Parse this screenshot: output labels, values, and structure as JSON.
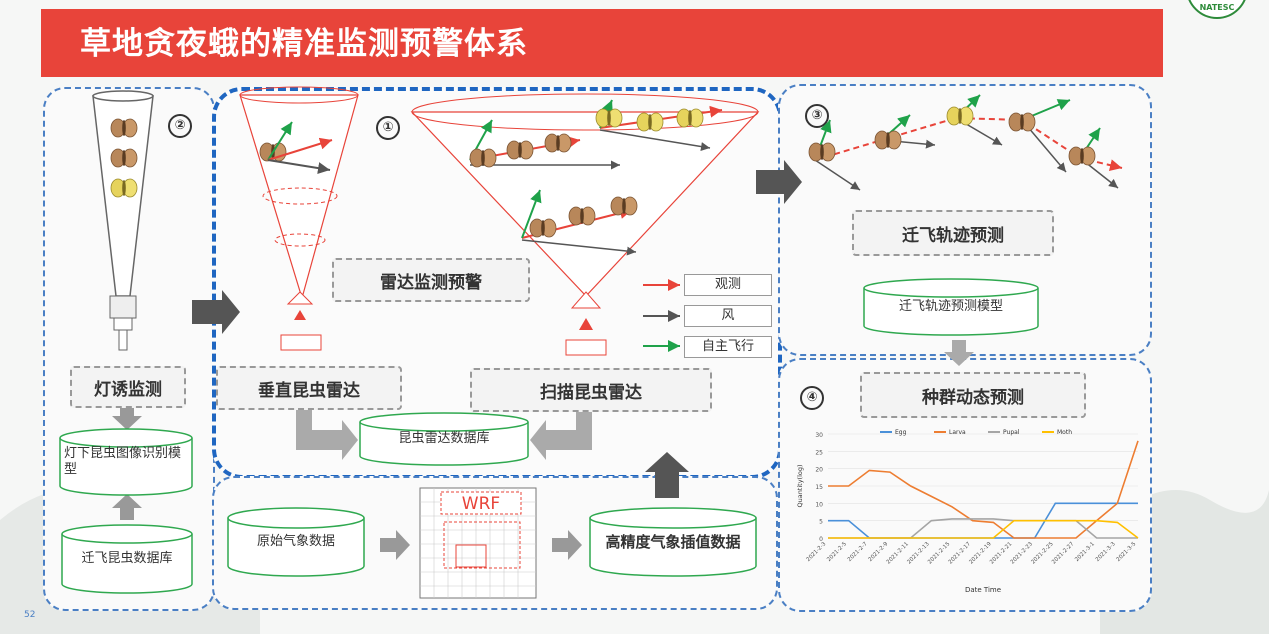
{
  "title": "草地贪夜蛾的精准监测预警体系",
  "logo_text": "NATESC",
  "page_number": "52",
  "panels": {
    "light_trap": {
      "number": "②",
      "label": "灯诱监测",
      "db_model": "灯下昆虫图像识别模型",
      "db_data": "迁飞昆虫数据库"
    },
    "radar": {
      "number": "①",
      "center_label": "雷达监测预警",
      "vertical_label": "垂直昆虫雷达",
      "scanning_label": "扫描昆虫雷达",
      "db": "昆虫雷达数据库"
    },
    "legend": [
      {
        "label": "观测",
        "color": "#e8443a"
      },
      {
        "label": "风",
        "color": "#555555"
      },
      {
        "label": "自主飞行",
        "color": "#1fa24a"
      }
    ],
    "weather": {
      "db_raw": "原始气象数据",
      "wrf": "WRF",
      "db_interp": "高精度气象插值数据"
    },
    "trajectory": {
      "number": "③",
      "label": "迁飞轨迹预测",
      "db": "迁飞轨迹预测模型"
    },
    "population": {
      "number": "④",
      "label": "种群动态预测"
    }
  },
  "colors": {
    "title_red": "#e8443a",
    "panel_border": "#1f66c1",
    "egg": "#4a90d9",
    "larva": "#ed7d31",
    "pupal": "#a5a5a5",
    "moth": "#ffc000"
  },
  "chart_data": {
    "type": "line",
    "title": "",
    "xlabel": "Date Time",
    "ylabel": "Quantity(log)",
    "ylim": [
      0,
      30
    ],
    "yticks": [
      0,
      5,
      10,
      15,
      20,
      25,
      30
    ],
    "legend_position": "top",
    "categories": [
      "2021-2-3",
      "2021-2-5",
      "2021-2-7",
      "2021-2-9",
      "2021-2-11",
      "2021-2-13",
      "2021-2-15",
      "2021-2-17",
      "2021-2-19",
      "2021-2-21",
      "2021-2-23",
      "2021-2-25",
      "2021-2-27",
      "2021-3-1",
      "2021-3-3",
      "2021-3-5"
    ],
    "series": [
      {
        "name": "Egg",
        "values": [
          5,
          5,
          0,
          0,
          0,
          0,
          0,
          0,
          0,
          0,
          0,
          10,
          10,
          10,
          10,
          10
        ]
      },
      {
        "name": "Larva",
        "values": [
          15,
          15,
          19.5,
          19,
          15,
          12,
          9,
          5,
          4.5,
          0,
          0,
          0,
          0,
          5,
          10,
          28
        ]
      },
      {
        "name": "Pupal",
        "values": [
          0,
          0,
          0,
          0,
          0,
          5,
          5.5,
          5.5,
          5.5,
          5,
          5,
          5,
          5,
          0,
          0,
          0
        ]
      },
      {
        "name": "Moth",
        "values": [
          0,
          0,
          0,
          0,
          0,
          0,
          0,
          0,
          0,
          5,
          5,
          5,
          5,
          5,
          4.5,
          0
        ]
      }
    ]
  }
}
